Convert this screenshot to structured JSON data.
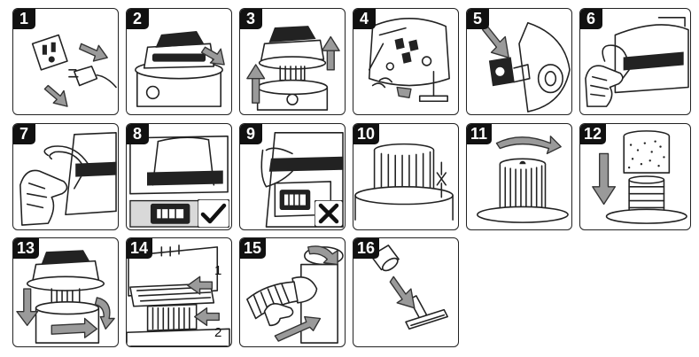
{
  "steps": [
    {
      "number": "1",
      "illustration": "unplug-power-cord"
    },
    {
      "number": "2",
      "illustration": "release-powerhead-latch"
    },
    {
      "number": "3",
      "illustration": "lift-powerhead-off-tank"
    },
    {
      "number": "4",
      "illustration": "accessories-stored-on-head"
    },
    {
      "number": "5",
      "illustration": "remove-float-cage"
    },
    {
      "number": "6",
      "illustration": "grip-latch-handle"
    },
    {
      "number": "7",
      "illustration": "pull-latch-handle"
    },
    {
      "number": "8",
      "illustration": "latch-correct"
    },
    {
      "number": "9",
      "illustration": "latch-incorrect"
    },
    {
      "number": "10",
      "illustration": "cartridge-filter-on-cage"
    },
    {
      "number": "11",
      "illustration": "twist-filter-retainer"
    },
    {
      "number": "12",
      "illustration": "install-foam-sleeve"
    },
    {
      "number": "13",
      "illustration": "replace-powerhead"
    },
    {
      "number": "14",
      "illustration": "insert-hose-into-inlet",
      "callouts": [
        "1",
        "2"
      ]
    },
    {
      "number": "15",
      "illustration": "connect-hose"
    },
    {
      "number": "16",
      "illustration": "attach-nozzle"
    }
  ],
  "marks": {
    "check": "check-icon",
    "cross": "cross-icon"
  }
}
